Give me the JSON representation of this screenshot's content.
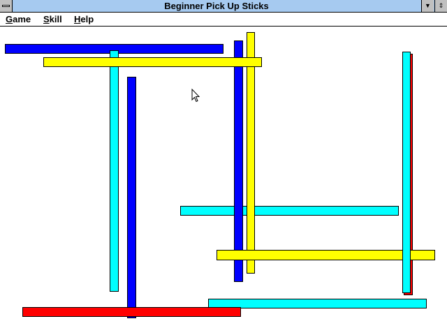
{
  "window": {
    "title": "Beginner Pick Up Sticks"
  },
  "menu": [
    {
      "label": "Game"
    },
    {
      "label": "Skill"
    },
    {
      "label": "Help"
    }
  ],
  "colors": {
    "titlebar": "#a6caf0",
    "blue": "#0000ff",
    "cyan": "#00ffff",
    "yellow": "#ffff00",
    "red": "#ff0000"
  },
  "sticks": [
    {
      "color": "#0000ff",
      "orientation": "horizontal"
    },
    {
      "color": "#00ffff",
      "orientation": "vertical"
    },
    {
      "color": "#0000ff",
      "orientation": "vertical"
    },
    {
      "color": "#00ffff",
      "orientation": "horizontal"
    },
    {
      "color": "#0000ff",
      "orientation": "vertical"
    },
    {
      "color": "#ffff00",
      "orientation": "vertical"
    },
    {
      "color": "#ff0000",
      "orientation": "vertical"
    },
    {
      "color": "#ffff00",
      "orientation": "horizontal"
    },
    {
      "color": "#ffff00",
      "orientation": "horizontal"
    },
    {
      "color": "#00ffff",
      "orientation": "vertical"
    },
    {
      "color": "#00ffff",
      "orientation": "horizontal"
    },
    {
      "color": "#ff0000",
      "orientation": "horizontal"
    }
  ]
}
